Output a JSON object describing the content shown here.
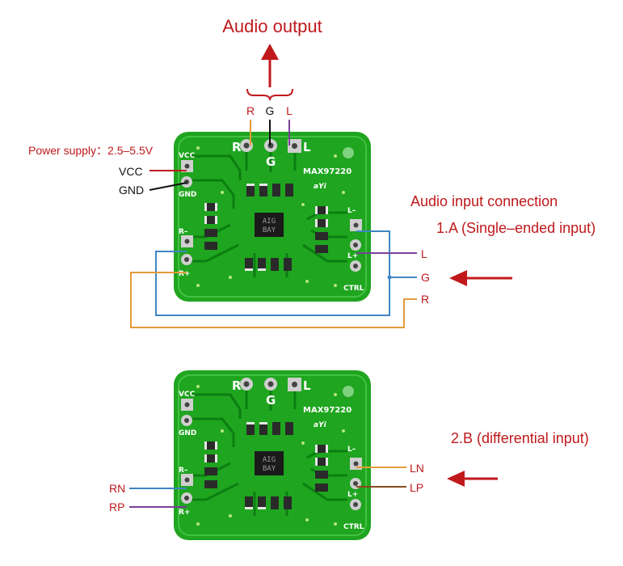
{
  "title": "Audio output",
  "output_labels": {
    "r": "R",
    "g": "G",
    "l": "L"
  },
  "power": {
    "label": "Power supply：2.5–5.5V",
    "vcc": "VCC",
    "gnd": "GND"
  },
  "input_heading": "Audio input connection",
  "mode_a": {
    "title": "1.A (Single–ended input)",
    "l": "L",
    "g": "G",
    "r": "R"
  },
  "mode_b": {
    "title": "2.B (differential input)",
    "ln": "LN",
    "lp": "LP",
    "rn": "RN",
    "rp": "RP"
  },
  "board": {
    "chip_model": "MAX97220",
    "chip_mark_1": "AIG",
    "chip_mark_2": "BAY",
    "silk_vcc": "VCC",
    "silk_gnd": "GND",
    "silk_r": "R",
    "silk_g": "G",
    "silk_l": "L",
    "silk_rminus": "R–",
    "silk_rplus": "R+",
    "silk_lminus": "L–",
    "silk_lplus": "L+",
    "silk_ctrl": "CTRL",
    "silk_logo": "aYi"
  },
  "colors": {
    "red_text": "#c0191c",
    "pcb_green": "#1fa51f",
    "wire_orange": "#e39b3a",
    "wire_blue": "#3f86c4",
    "wire_purple": "#7b3f98",
    "wire_brown": "#8a4a1f"
  }
}
